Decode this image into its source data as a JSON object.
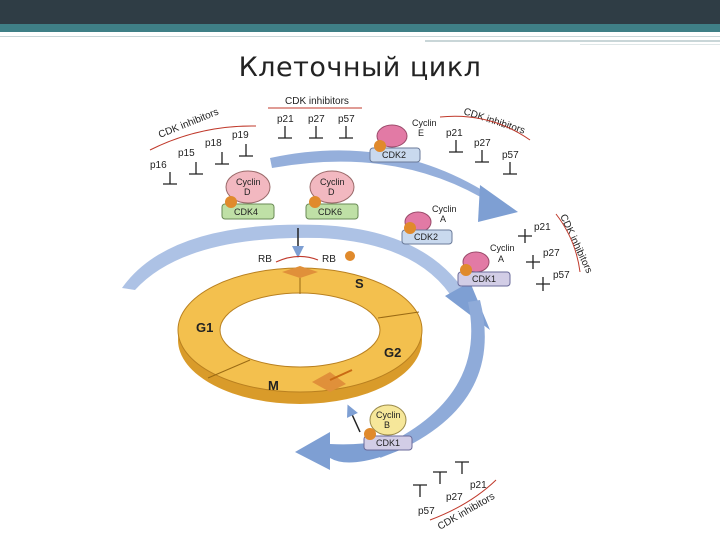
{
  "slide": {
    "title": "Клеточный цикл"
  },
  "inhibitors_top": {
    "heading": "CDK inhibitors",
    "items": [
      "p21",
      "p27",
      "p57"
    ]
  },
  "inhibitors_left": {
    "heading": "CDK inhibitors",
    "items": [
      "p16",
      "p15",
      "p18",
      "p19"
    ]
  },
  "inhibitors_right_top": {
    "heading": "CDK inhibitors",
    "items": [
      "p21",
      "p27",
      "p57"
    ]
  },
  "inhibitors_right": {
    "heading": "CDK inhibitors",
    "items": [
      "p21",
      "p27",
      "p57"
    ]
  },
  "inhibitors_bottom": {
    "heading": "CDK inhibitors",
    "items": [
      "p57",
      "p27",
      "p21"
    ]
  },
  "complexes": {
    "cyclinD_cdk4": {
      "cyclin": [
        "Cyclin",
        "D"
      ],
      "cdk": "CDK4"
    },
    "cyclinD_cdk6": {
      "cyclin": [
        "Cyclin",
        "D"
      ],
      "cdk": "CDK6"
    },
    "cyclinE_cdk2": {
      "cyclin": [
        "Cyclin",
        "E"
      ],
      "cdk": "CDK2"
    },
    "cyclinA_cdk2": {
      "cyclin": [
        "Cyclin",
        "A"
      ],
      "cdk": "CDK2"
    },
    "cyclinA_cdk1": {
      "cyclin": [
        "Cyclin",
        "A"
      ],
      "cdk": "CDK1"
    },
    "cyclinB_cdk1": {
      "cyclin": [
        "Cyclin",
        "B"
      ],
      "cdk": "CDK1"
    }
  },
  "rb": {
    "left": "RB",
    "right": "RB"
  },
  "phases": {
    "g1": "G1",
    "s": "S",
    "g2": "G2",
    "m": "M"
  },
  "colors": {
    "ring": "#f3c04e",
    "ring_dark": "#d99b2a",
    "arrow": "#7e9fd3",
    "cyclin": "#f2b8c0",
    "cdk_green": "#bfe0a6",
    "cdk_blue": "#c9d9ee",
    "cdk_purple": "#d2cde6",
    "phosphate": "#e08a2c",
    "inhibitor_line": "#c0392b"
  }
}
